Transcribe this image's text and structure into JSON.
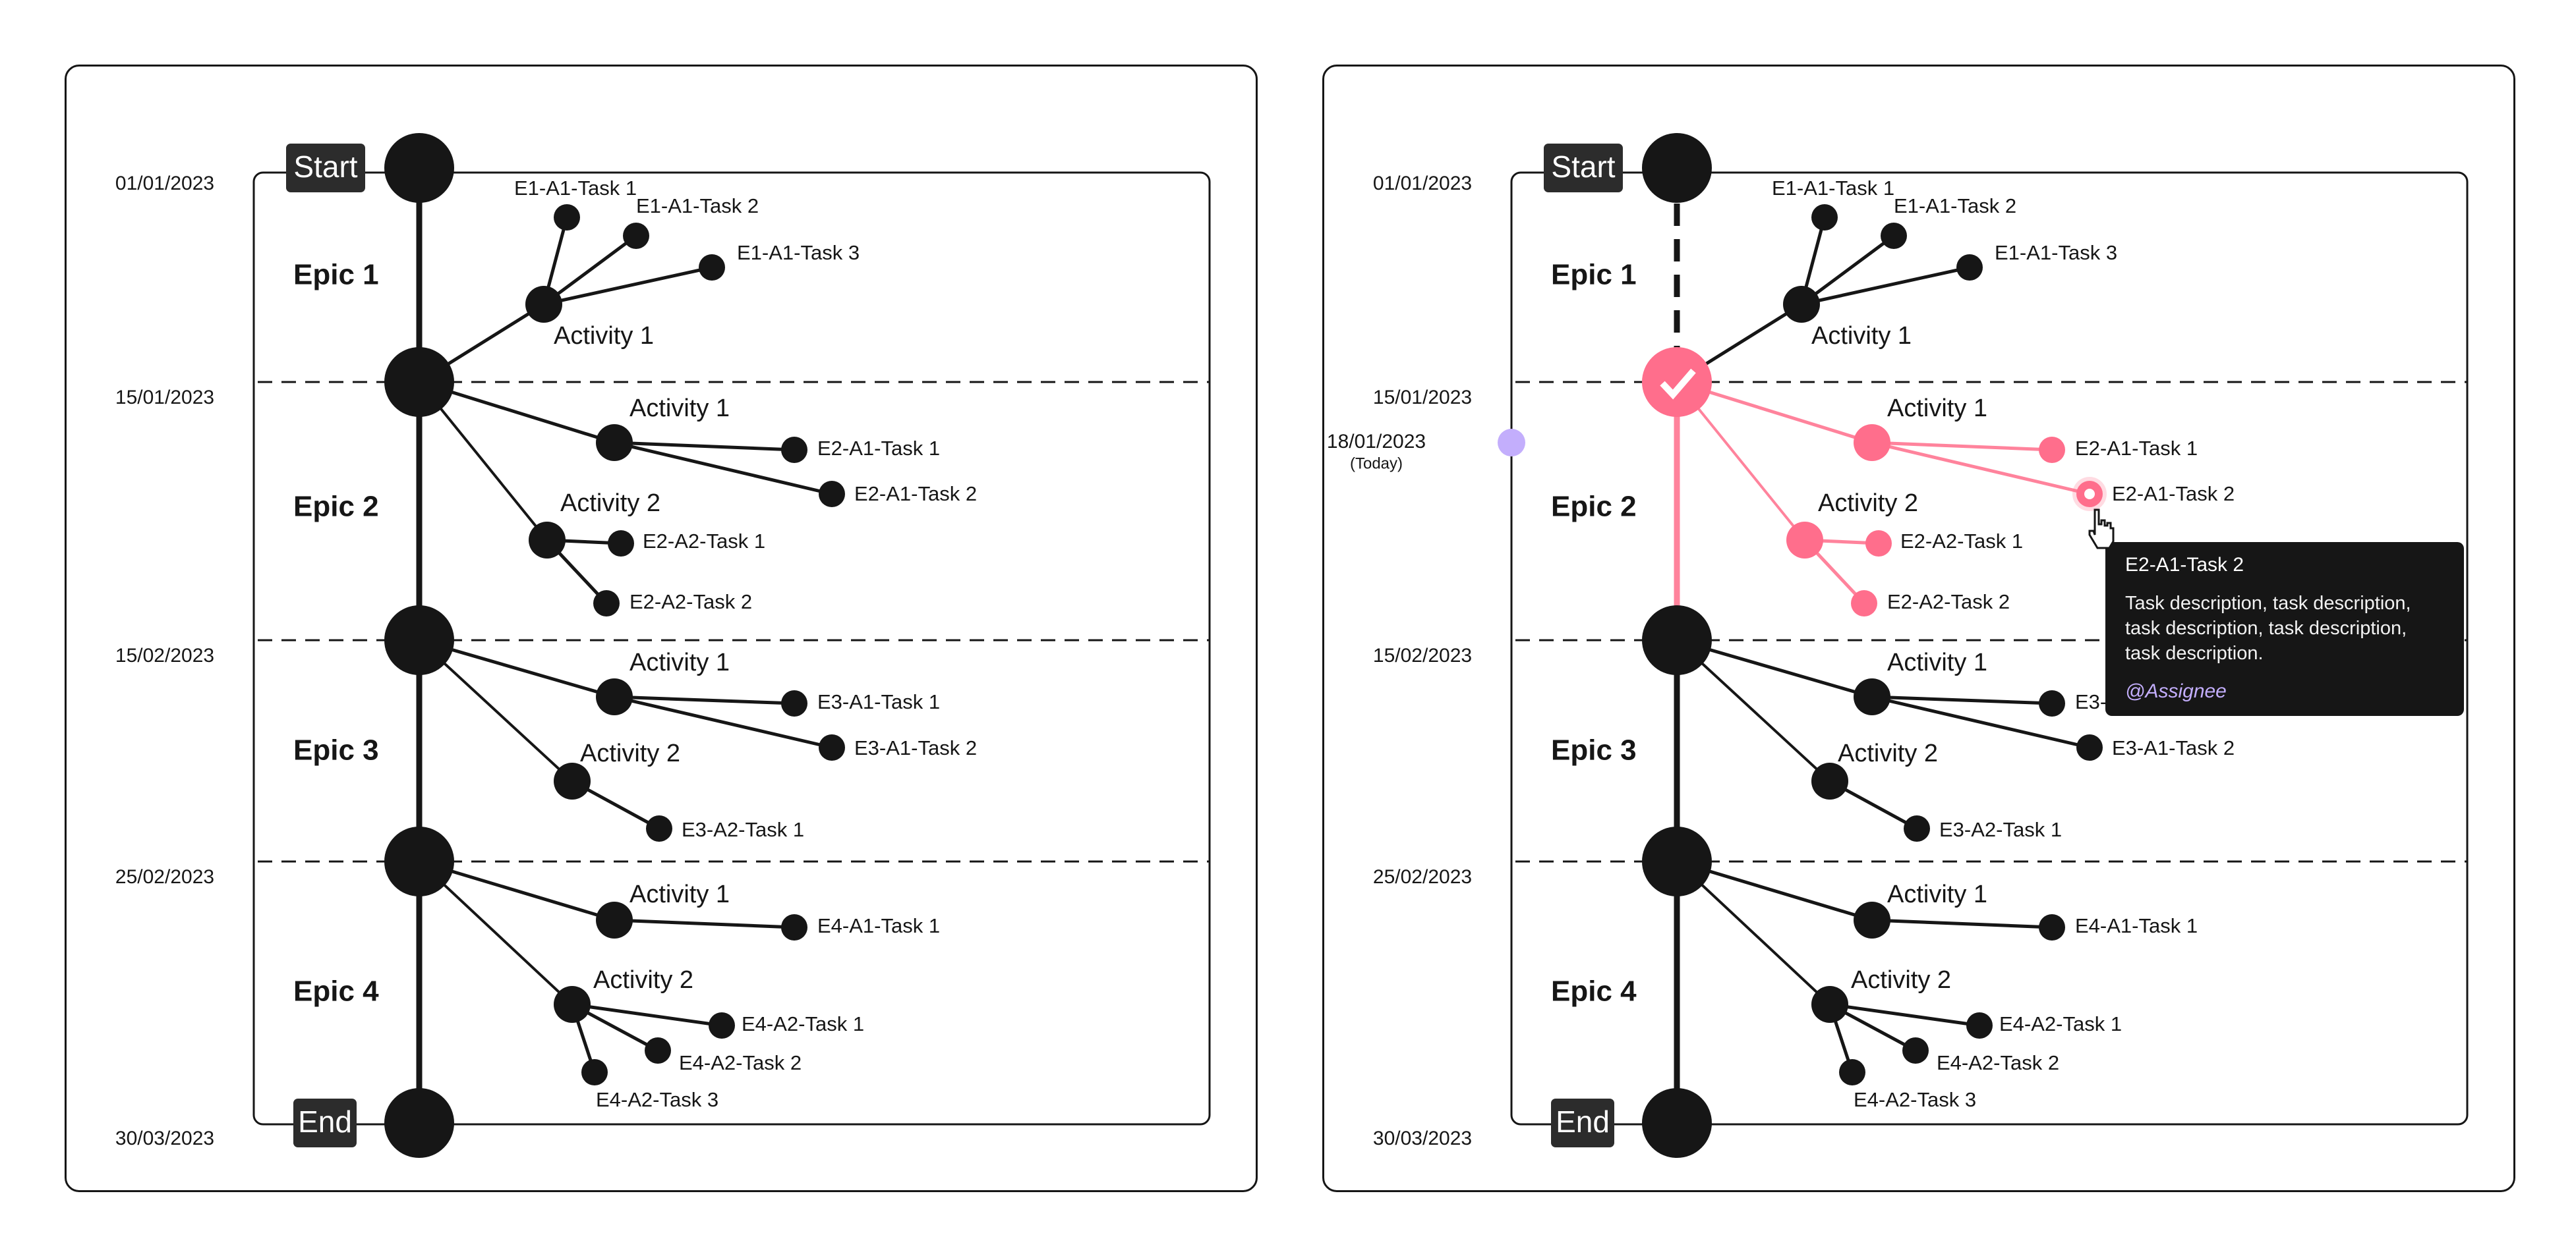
{
  "colors": {
    "ink": "#161616",
    "done": "#ff6e8c",
    "done_line": "#ff839c",
    "today": "#c3aefc",
    "faded_text": "#9b9b9b",
    "pill_bg": "#2c2c2c",
    "tooltip_bg": "#161616",
    "assignee": "#c3aefc"
  },
  "timeline": {
    "start_label": "Start",
    "end_label": "End",
    "dates": [
      "01/01/2023",
      "15/01/2023",
      "15/02/2023",
      "25/02/2023",
      "30/03/2023"
    ],
    "today": {
      "date": "18/01/2023",
      "label": "(Today)"
    },
    "epics": [
      {
        "name": "Epic 1",
        "activities": [
          {
            "name": "Activity 1",
            "tasks": [
              "E1-A1-Task 1",
              "E1-A1-Task 2",
              "E1-A1-Task 3"
            ]
          }
        ]
      },
      {
        "name": "Epic 2",
        "activities": [
          {
            "name": "Activity 1",
            "tasks": [
              "E2-A1-Task 1",
              "E2-A1-Task 2"
            ]
          },
          {
            "name": "Activity 2",
            "tasks": [
              "E2-A2-Task 1",
              "E2-A2-Task 2"
            ]
          }
        ]
      },
      {
        "name": "Epic 3",
        "activities": [
          {
            "name": "Activity 1",
            "tasks": [
              "E3-A1-Task 1",
              "E3-A1-Task 2"
            ]
          },
          {
            "name": "Activity 2",
            "tasks": [
              "E3-A2-Task 1"
            ]
          }
        ]
      },
      {
        "name": "Epic 4",
        "activities": [
          {
            "name": "Activity 1",
            "tasks": [
              "E4-A1-Task 1"
            ]
          },
          {
            "name": "Activity 2",
            "tasks": [
              "E4-A2-Task 1",
              "E4-A2-Task 2",
              "E4-A2-Task 3"
            ]
          }
        ]
      }
    ]
  },
  "panels": {
    "left": {
      "state": "default"
    },
    "right": {
      "state": "progress",
      "completed_epics": [
        "Epic 1"
      ],
      "in_progress_epic": "Epic 2",
      "hovered_task": "E2-A1-Task 2"
    }
  },
  "tooltip": {
    "title": "E2-A1-Task 2",
    "description": "Task description, task description, task description,  task description, task description.",
    "assignee": "@Assignee"
  }
}
